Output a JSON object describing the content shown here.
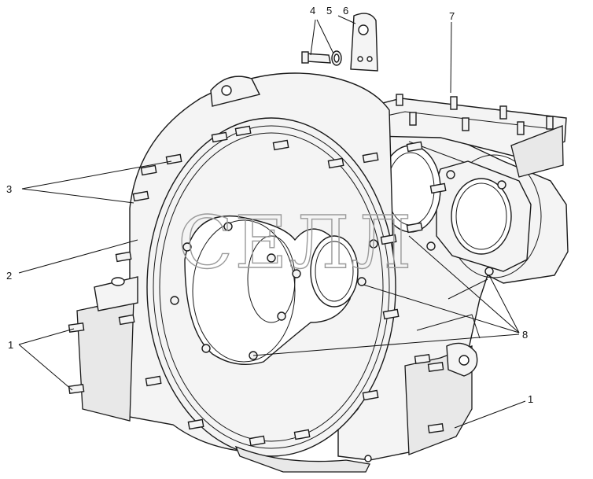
{
  "watermark": "СЕЛЛ",
  "callouts": [
    {
      "id": "label-4",
      "text": "4"
    },
    {
      "id": "label-5",
      "text": "5"
    },
    {
      "id": "label-6",
      "text": "6"
    },
    {
      "id": "label-7",
      "text": "7"
    },
    {
      "id": "label-3",
      "text": "3"
    },
    {
      "id": "label-2",
      "text": "2"
    },
    {
      "id": "label-1-left",
      "text": "1"
    },
    {
      "id": "label-8",
      "text": "8"
    },
    {
      "id": "label-1-right",
      "text": "1"
    }
  ]
}
